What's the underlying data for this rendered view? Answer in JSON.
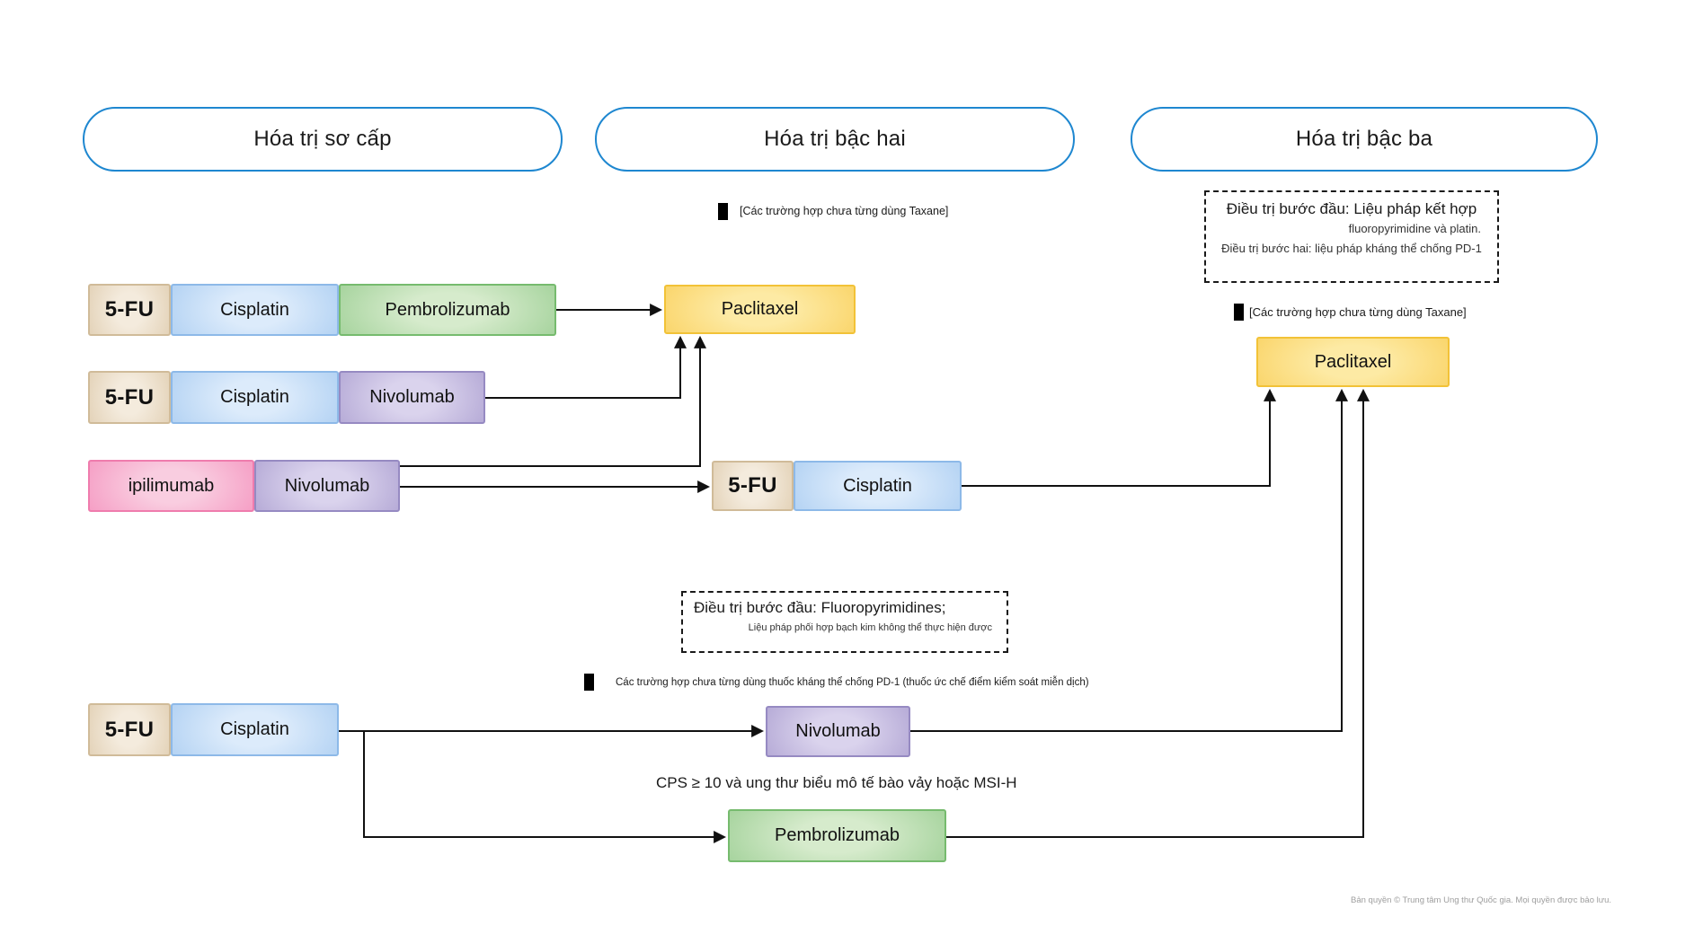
{
  "pills": [
    {
      "label": "Hóa trị sơ cấp"
    },
    {
      "label": "Hóa trị bậc hai"
    },
    {
      "label": "Hóa trị bậc ba"
    }
  ],
  "primary": {
    "rows": [
      {
        "segments": [
          {
            "label": "5-FU"
          },
          {
            "label": "Cisplatin"
          },
          {
            "label": "Pembrolizumab"
          }
        ]
      },
      {
        "segments": [
          {
            "label": "5-FU"
          },
          {
            "label": "Cisplatin"
          },
          {
            "label": "Nivolumab"
          }
        ]
      },
      {
        "segments": [
          {
            "label": "ipilimumab"
          },
          {
            "label": "Nivolumab"
          }
        ]
      },
      {
        "segments": [
          {
            "label": "5-FU"
          },
          {
            "label": "Cisplatin"
          }
        ]
      }
    ]
  },
  "second_line": {
    "taxane_note": "[Các trường hợp chưa từng dùng Taxane]",
    "paclitaxel": "Paclitaxel",
    "fu_cisplatin": {
      "segments": [
        {
          "label": "5-FU"
        },
        {
          "label": "Cisplatin"
        }
      ]
    },
    "first_line_box": {
      "line1": "Điều trị bước đầu: Fluoropyrimidines;",
      "line2": "Liệu pháp phối hợp bạch kim không thể thực hiện được"
    },
    "pd1_note": "Các trường hợp chưa từng dùng thuốc kháng thể chống PD-1 (thuốc ức chế điểm kiểm soát miễn dịch)",
    "nivolumab": "Nivolumab",
    "cps_note": "CPS ≥ 10 và ung thư biểu mô tế bào vảy hoặc MSI-H",
    "pembrolizumab": "Pembrolizumab"
  },
  "third_line": {
    "treatment_box": {
      "line1": "Điều trị bước đầu: Liệu pháp kết hợp",
      "line2": "fluoropyrimidine và platin.",
      "line3": "Điều trị bước hai: liệu pháp kháng thể chống PD-1"
    },
    "taxane_note": "[Các trường hợp chưa từng dùng Taxane]",
    "paclitaxel": "Paclitaxel"
  },
  "footer": "Bản quyền © Trung tâm Ung thư Quốc gia. Mọi quyền được bảo lưu.",
  "colors": {
    "pill_border": "#1e87d0",
    "fu": "#ddc9aa",
    "cisplatin": "#a4c9f0",
    "pembrolizumab": "#93ca8b",
    "nivolumab": "#a89bce",
    "ipilimumab": "#f48cba",
    "paclitaxel": "#f9cd55",
    "line": "#111111"
  }
}
